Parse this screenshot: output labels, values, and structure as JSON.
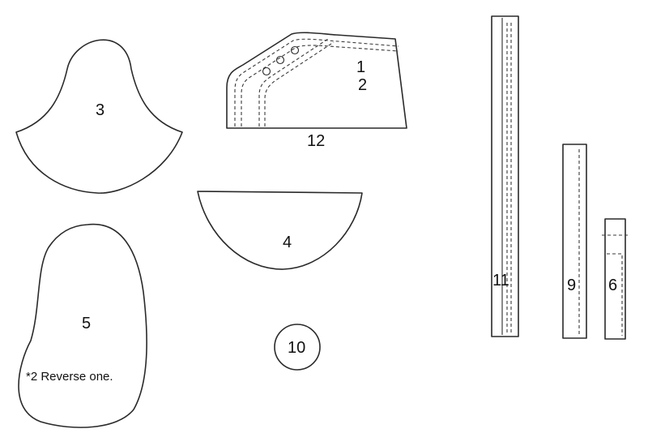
{
  "pieces": {
    "p1": "1",
    "p2": "2",
    "p3": "3",
    "p4": "4",
    "p5": "5",
    "p6": "6",
    "p9": "9",
    "p10": "10",
    "p11": "11",
    "p12": "12"
  },
  "note": "*2 Reverse one.",
  "colors": {
    "line": "#2a2a2a",
    "background": "#ffffff"
  }
}
